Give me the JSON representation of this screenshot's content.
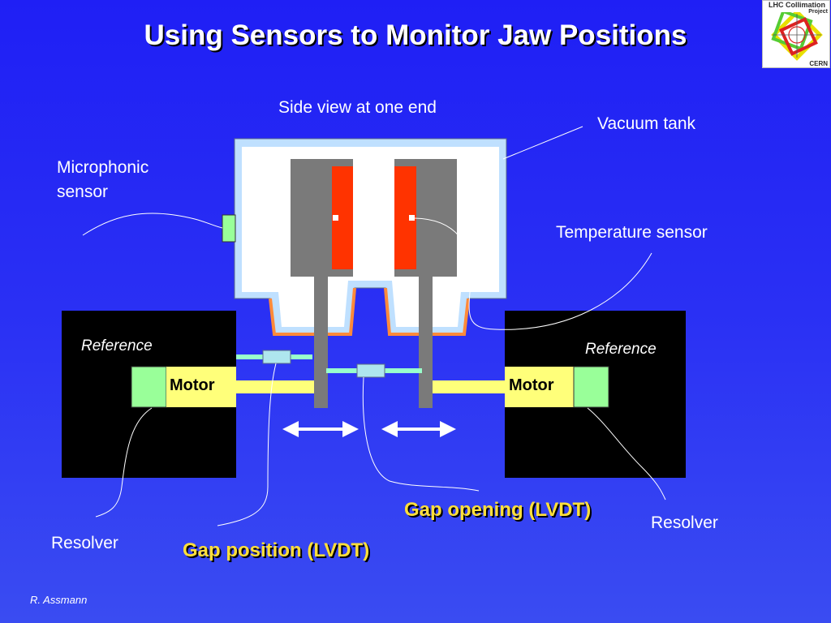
{
  "slide": {
    "title": "Using Sensors to Monitor Jaw Positions",
    "author": "R. Assmann"
  },
  "logo": {
    "title": "LHC Collimation",
    "subtitle": "Project",
    "org": "CERN"
  },
  "labels": {
    "side_view": "Side view at one end",
    "vacuum_tank": "Vacuum tank",
    "microphonic_sensor": "Microphonic sensor",
    "temperature_sensor": "Temperature sensor",
    "reference_left": "Reference",
    "reference_right": "Reference",
    "motor_left": "Motor",
    "motor_right": "Motor",
    "gap_opening": "Gap opening (LVDT)",
    "gap_position": "Gap position (LVDT)",
    "resolver_left": "Resolver",
    "resolver_right": "Resolver"
  },
  "colors": {
    "background": "#2a30f4",
    "tank_wall": "#bfe0ff",
    "jaw_block": "#7a7a7a",
    "jaw_face": "#ff3300",
    "bellows": "#ff8a3a",
    "motor_box": "#000000",
    "motor_shaft": "#ffff7a",
    "resolver": "#99ff99",
    "lvdt": "#99ffcc",
    "label_gold": "#ffdf3a"
  }
}
